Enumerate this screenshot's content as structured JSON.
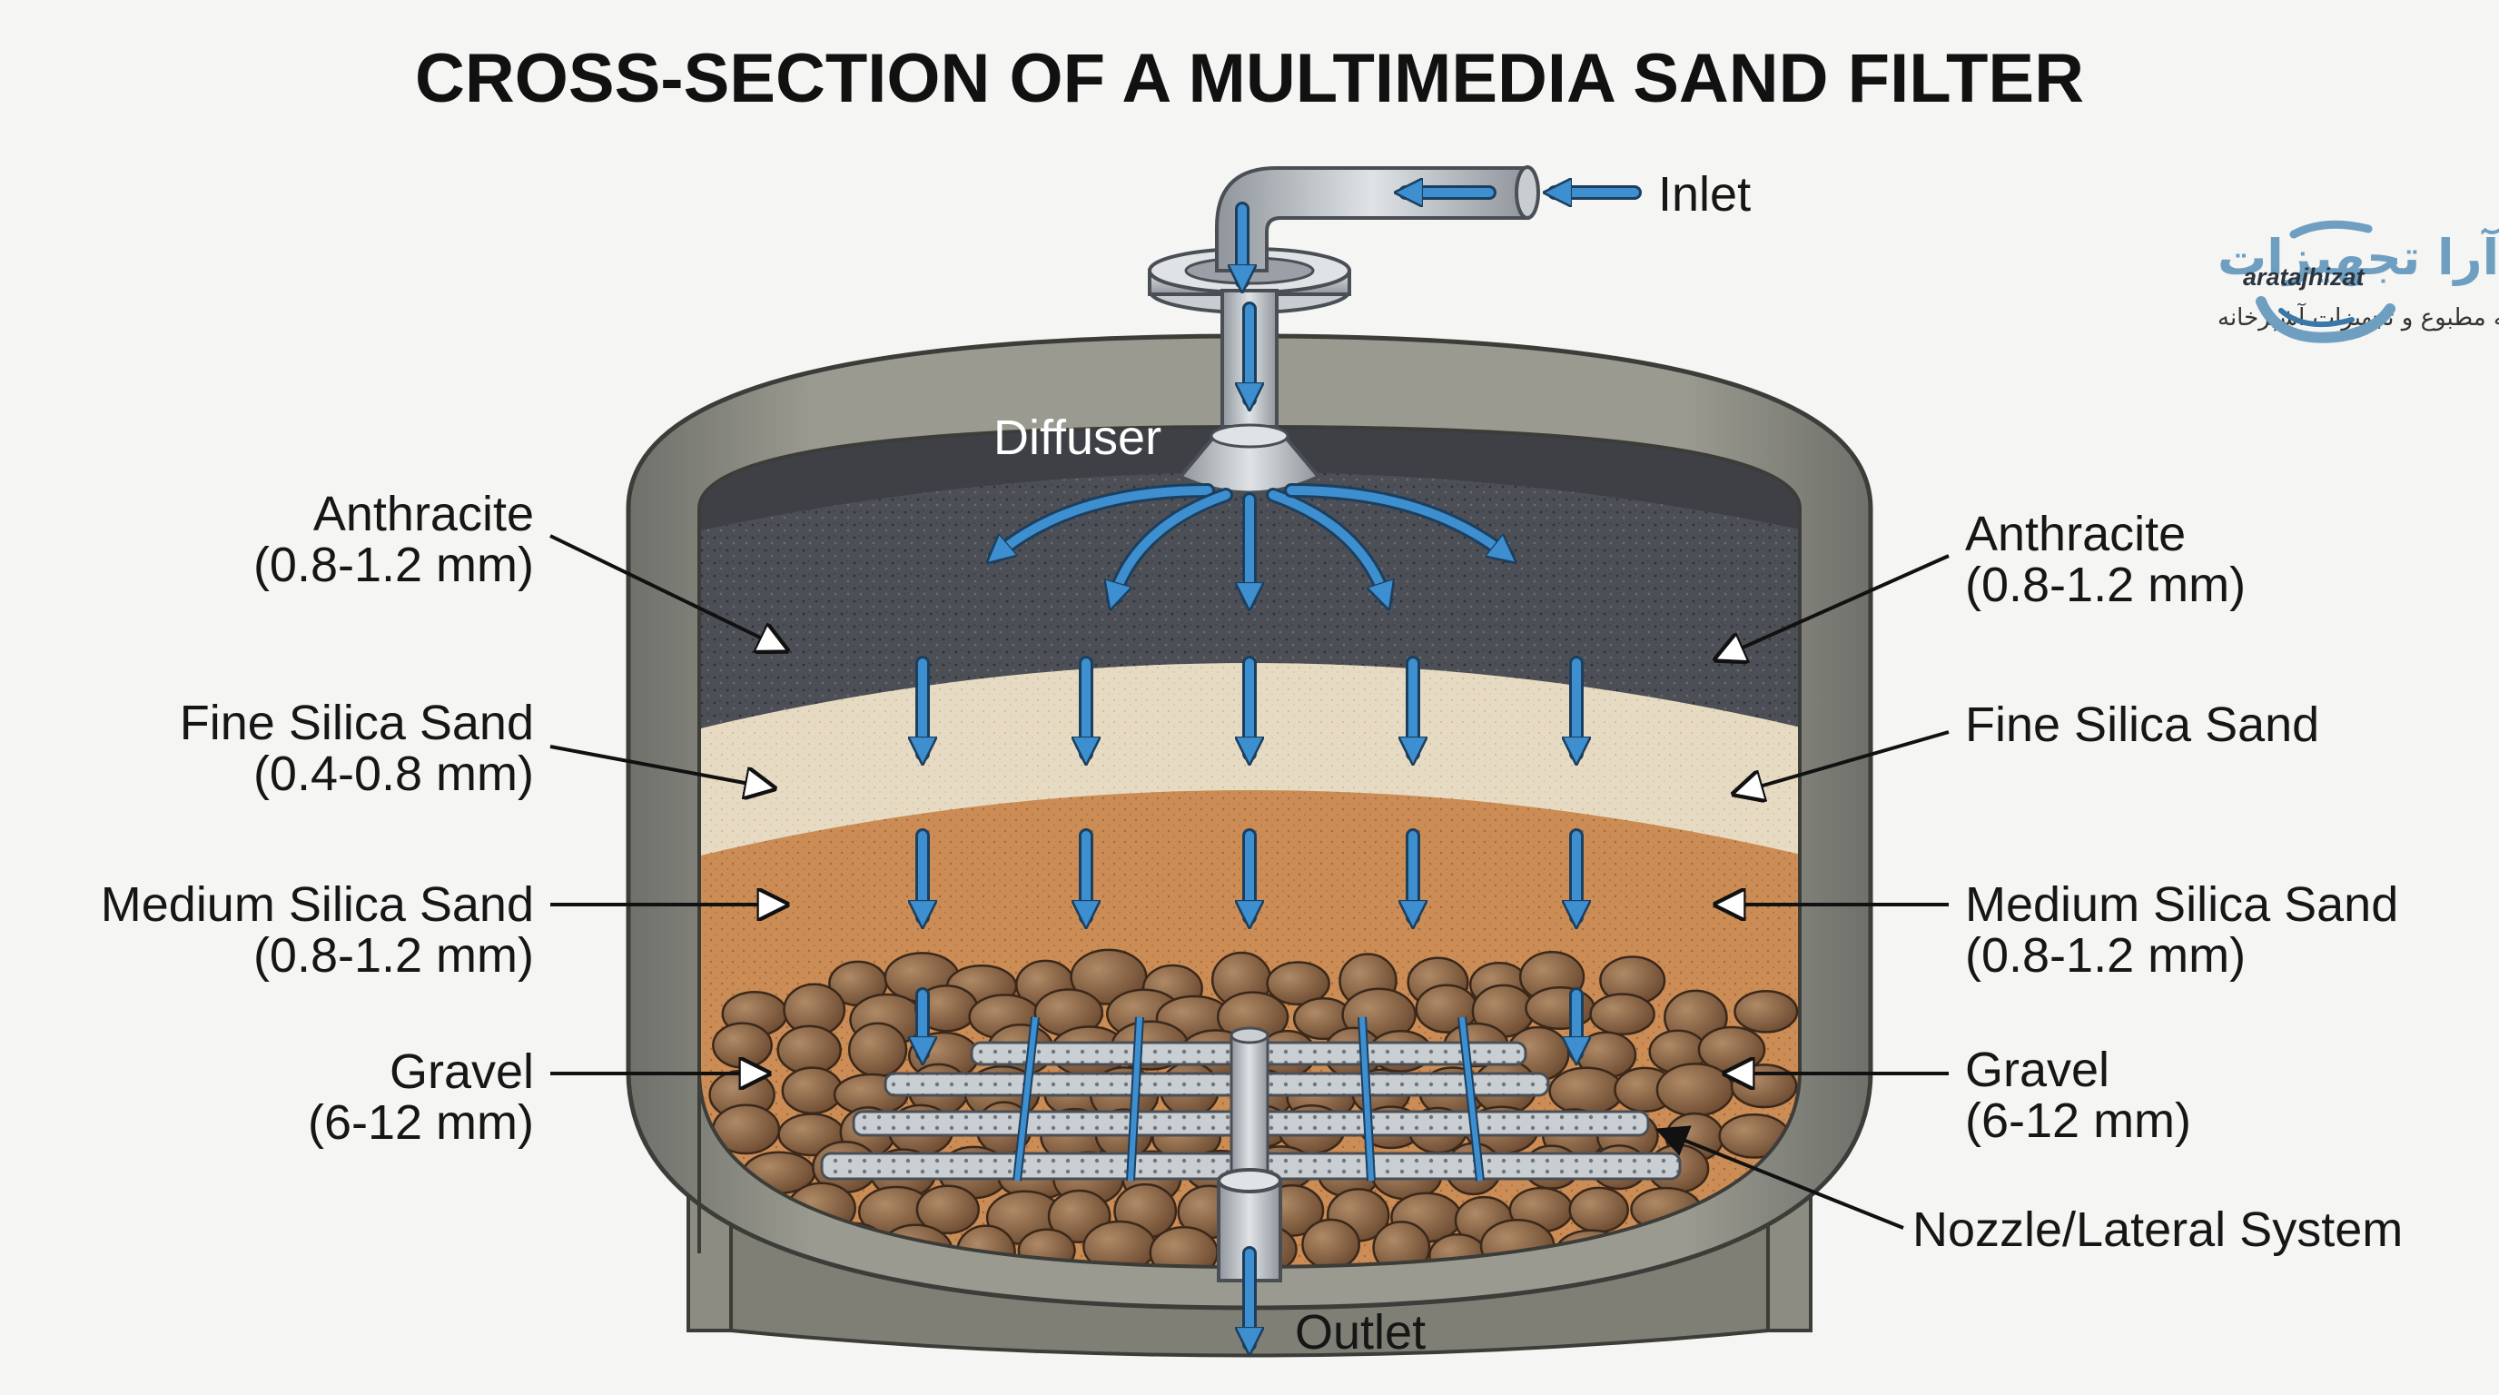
{
  "title": "CROSS-SECTION OF A MULTIMEDIA SAND FILTER",
  "labels": {
    "inlet": "Inlet",
    "diffuser": "Diffuser",
    "outlet": "Outlet",
    "nozzle_lateral": "Nozzle/Lateral System"
  },
  "layers_left": [
    {
      "name": "Anthracite",
      "size": "(0.8-1.2 mm)"
    },
    {
      "name": "Fine Silica Sand",
      "size": "(0.4-0.8 mm)"
    },
    {
      "name": "Medium Silica Sand",
      "size": "(0.8-1.2 mm)"
    },
    {
      "name": "Gravel",
      "size": "(6-12 mm)"
    }
  ],
  "layers_right": [
    {
      "name": "Anthracite",
      "size": "(0.8-1.2 mm)"
    },
    {
      "name": "Fine Silica Sand",
      "size": ""
    },
    {
      "name": "Medium Silica Sand",
      "size": "(0.8-1.2 mm)"
    },
    {
      "name": "Gravel",
      "size": "(6-12 mm)"
    }
  ],
  "brand": {
    "name_fa": "آرا تجهیزات",
    "tagline_fa": "ارائه‌کننده تهویه مطبوع و تجهیزات آشپزخانه",
    "name_en": "aratajhizat"
  },
  "colors": {
    "flow_arrow": "#3d8fd0",
    "anthracite": "#4e5156",
    "fine_sand": "#e4d8bf",
    "medium_sand": "#c98a52",
    "gravel": "#8f6a4a",
    "tank_shell": "#8c8c82",
    "brand_blue": "#6f9fc0"
  }
}
